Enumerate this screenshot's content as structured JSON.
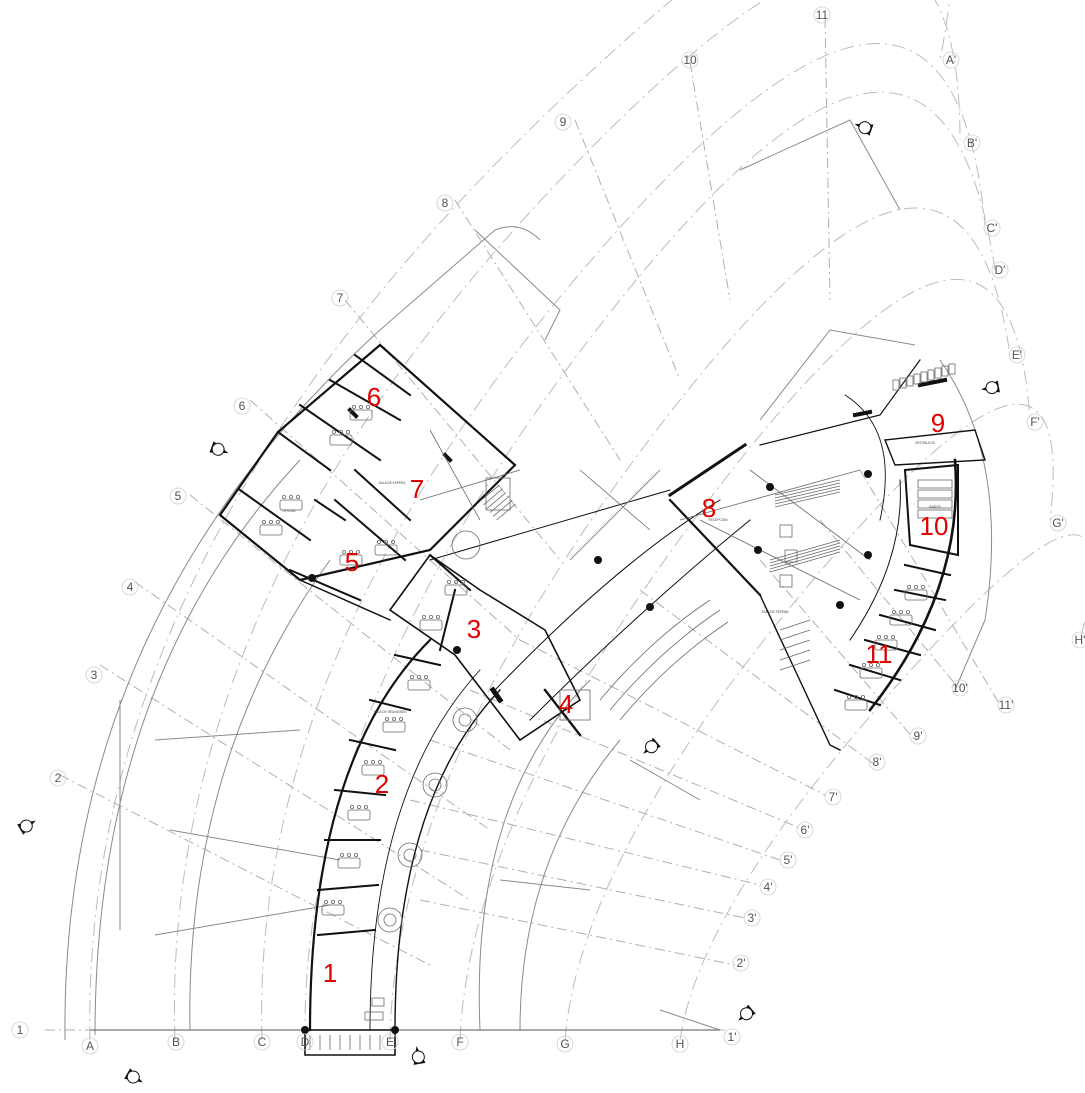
{
  "drawing": {
    "colors": {
      "wall": "#111111",
      "line": "#8a8a8a",
      "grid": "#b0b0b0",
      "room_number": "#e00000"
    }
  },
  "grid_labels": {
    "left_radial": [
      "1",
      "2",
      "3",
      "4",
      "5",
      "6",
      "7",
      "8",
      "9",
      "10",
      "11"
    ],
    "left_arcs": [
      "A",
      "B",
      "C",
      "D",
      "E",
      "F",
      "G",
      "H"
    ],
    "right_radial": [
      "1'",
      "2'",
      "3'",
      "4'",
      "5'",
      "6'",
      "7'",
      "8'",
      "9'",
      "10'",
      "11'"
    ],
    "right_arcs": [
      "A'",
      "B'",
      "C'",
      "D'",
      "E'",
      "F'",
      "G'",
      "H'"
    ]
  },
  "rooms": [
    "1",
    "2",
    "3",
    "4",
    "5",
    "6",
    "7",
    "8",
    "9",
    "10",
    "11"
  ],
  "small_labels": {
    "sala_espera_1": "SALA DE ESPERA",
    "sala_espera_2": "SALA DE ESPERA",
    "sala_reuniones": "SALA DE REUNIONES",
    "oficina": "OFICINA",
    "baños": "BAÑOS",
    "recepcion": "RECEPCION",
    "vestibulos": "VESTIBULOS"
  }
}
